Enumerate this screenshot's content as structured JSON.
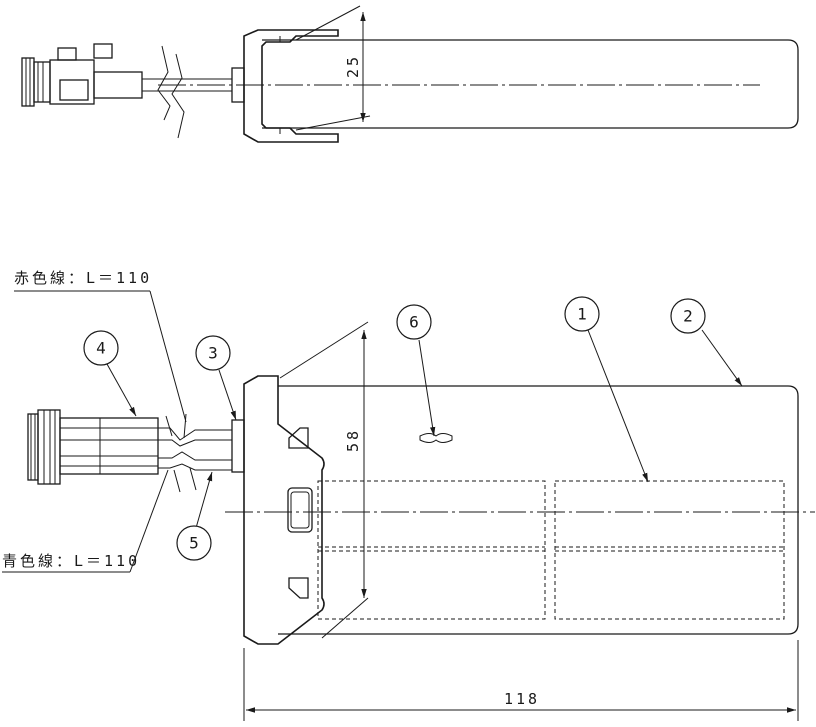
{
  "dimensions": {
    "height_top": "25",
    "height_bottom": "58",
    "length": "118"
  },
  "wire_labels": {
    "red": "赤色線：L＝110",
    "blue": "青色線：L＝110"
  },
  "callouts": [
    "1",
    "2",
    "3",
    "4",
    "5",
    "6"
  ]
}
